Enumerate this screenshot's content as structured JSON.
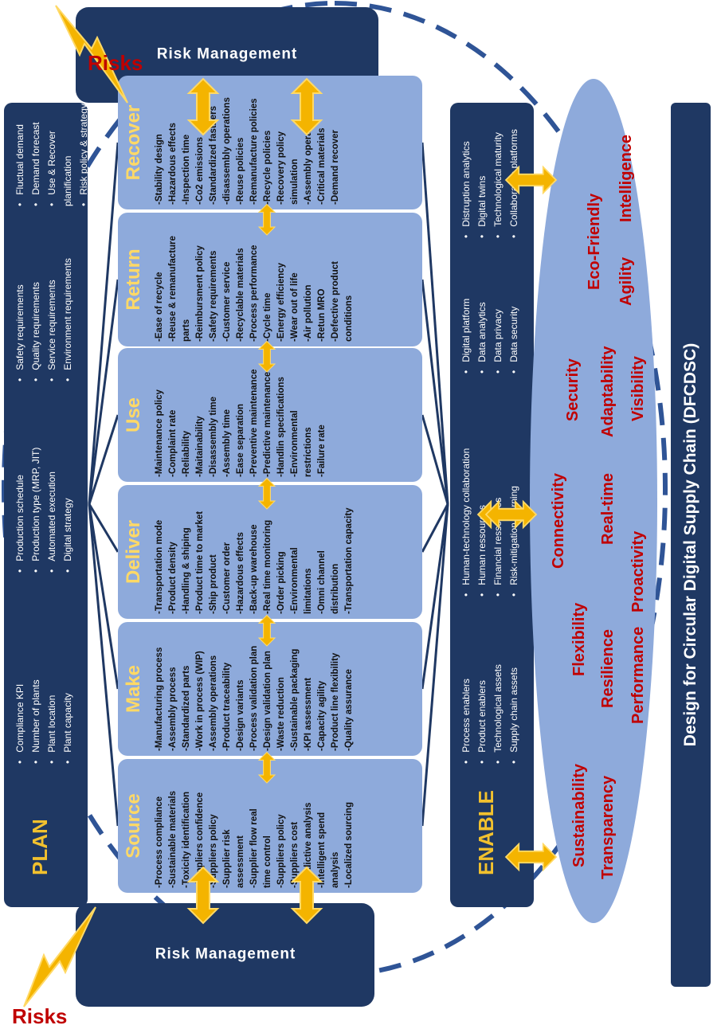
{
  "risk_boxes": {
    "left_label": "Risk Management",
    "right_label": "Risk Management"
  },
  "risks_labels": {
    "left": "Risks",
    "right": "Risks"
  },
  "plan": {
    "title": "PLAN",
    "columns": [
      [
        "Compliance KPI",
        "Number of plants",
        "Plant location",
        "Plant capacity"
      ],
      [
        "Production schedule",
        "Production type (MRP, JIT)",
        "Automated execution",
        "Digital strategy"
      ],
      [
        "Safety requirements",
        "Quality requirements",
        "Service requirements",
        "Environment requirements"
      ],
      [
        "Fluctual demand",
        "Demand forecast",
        "Use & Recover planification",
        "Risk policy & strategy"
      ]
    ]
  },
  "stages": [
    {
      "title": "Source",
      "items": [
        "-Process compliance",
        "-Sustainable materials",
        "-Toxicity identification",
        "-Suppliers confidence",
        "-Suppliers policy",
        "-Supplier risk",
        "assessment",
        "-Supplier flow real",
        "time control",
        "-Suppliers policy",
        "-Suppliers cost",
        "-Predictive analysis",
        "-Intelligent spend",
        "analysis",
        "-Localized sourcing"
      ]
    },
    {
      "title": "Make",
      "items": [
        "-Manufacturing process",
        "-Assembly process",
        "-Standardized parts",
        "-Work in process (WIP)",
        "-Assembly operations",
        "-Product traceability",
        "-Design variants",
        "-Process validation plan",
        "-Design validation plan",
        "-Waste reduction",
        "-Sustainable packaging",
        "-KPI assessment",
        "-Capacity agility",
        "-Product line flexibility",
        "-Quality assurance"
      ]
    },
    {
      "title": "Deliver",
      "items": [
        "-Transportation mode",
        "-Product density",
        "-Handling & shiping",
        "-Product time to market",
        "-Ship product",
        "-Customer order",
        "-Hazardous effects",
        "-Back-up warehouse",
        "-Real time monitoring",
        "-Order picking",
        "-Environmental",
        "limitations",
        "-Omni channel",
        "distribution",
        "-Transportation capacity"
      ]
    },
    {
      "title": "Use",
      "items": [
        "-Maintenance policy",
        "-Complaint rate",
        "-Reliability",
        "-Maitainability",
        "-Disassembly time",
        "-Assembly time",
        "-Ease separation",
        "-Preventive maintenance",
        "-Predictive maintenance",
        "-Handlin specifications",
        "-Environmental",
        "restrictions",
        "-Failure rate"
      ]
    },
    {
      "title": "Return",
      "items": [
        "-Ease of recycle",
        "-Reuse & remanufacture",
        "parts",
        "-Reimbursment policy",
        "-Safety requirements",
        "-Customer service",
        "-Recyclable materials",
        "-Process performance",
        "-Cycle time",
        "-Energy efficiency",
        "-Wear out of life",
        "-Air pollution",
        "-Retun MRO",
        "-Defective product",
        "conditions"
      ]
    },
    {
      "title": "Recover",
      "items": [
        "-Stability design",
        "-Hazardous effects",
        "-Inspection time",
        "-Co2 emissions",
        "-Standardized fastners",
        "-disassembly operations",
        "-Reuse policies",
        "-Remanufacture policies",
        "-Recycle policies",
        "-Recovery policy",
        "simulation",
        "-Assembly operations",
        "-Critical materials",
        "-Demand recover"
      ]
    }
  ],
  "enable": {
    "title": "ENABLE",
    "columns": [
      [
        "Process enablers",
        "Product enablers",
        "Technological assets",
        "Supply chain assets"
      ],
      [
        "Human-technology collaboration",
        "Human ressources",
        "Financial ressources",
        "Risk-mitigation learning"
      ],
      [
        "Digital platform",
        "Data analytics",
        "Data privacy",
        "Data security"
      ],
      [
        "Distruption analytics",
        "Digital twins",
        "Technological maturity",
        "Collaborative platforms"
      ]
    ]
  },
  "qualities": [
    "Transparency",
    "Sustainability",
    "Performance",
    "Resilience",
    "Flexibility",
    "Proactivity",
    "Connectivity",
    "Real-time",
    "Security",
    "Adaptability",
    "Visibility",
    "Eco-Friendly",
    "Agility",
    "Intelligence"
  ],
  "footer": "Design for Circular Digital Supply Chain (DFCDSC)",
  "colors": {
    "navy": "#1f3863",
    "card": "#8eaadb",
    "ellipse": "#8eaadb",
    "title_yellow": "#ffd966",
    "arrow": "#f4b400",
    "red": "#c00000",
    "dash": "#2f5496"
  }
}
